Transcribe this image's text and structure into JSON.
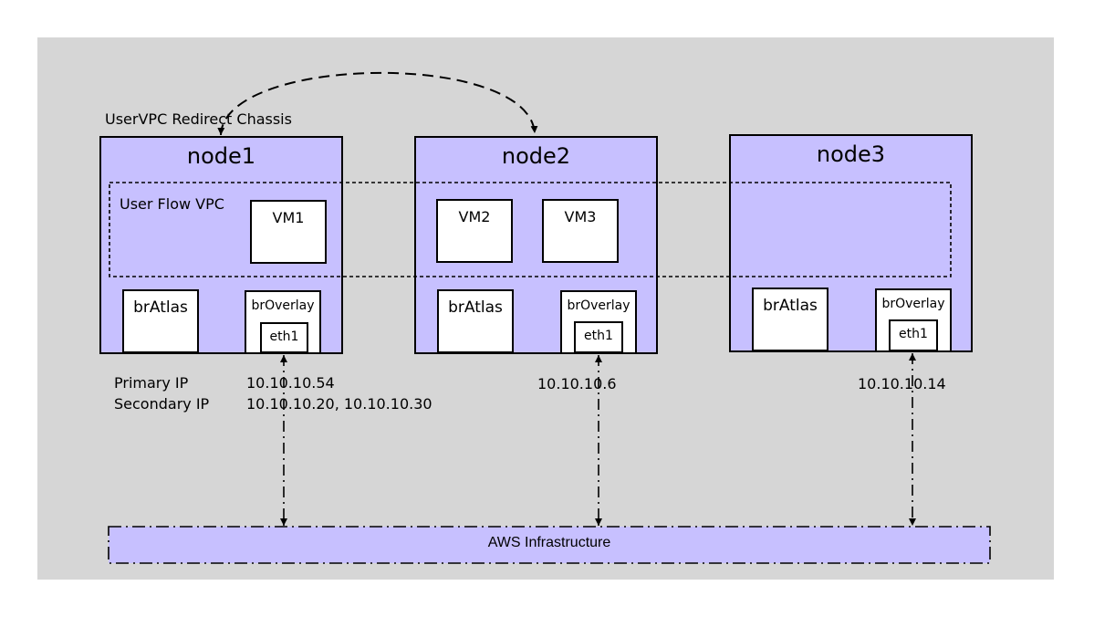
{
  "diagram": {
    "chassis_label": "UserVPC Redirect Chassis",
    "vpc_label": "User Flow VPC",
    "nodes": [
      {
        "title": "node1",
        "vms": [
          "VM1"
        ],
        "br_atlas": "brAtlas",
        "br_overlay": "brOverlay",
        "eth": "eth1"
      },
      {
        "title": "node2",
        "vms": [
          "VM2",
          "VM3"
        ],
        "br_atlas": "brAtlas",
        "br_overlay": "brOverlay",
        "eth": "eth1"
      },
      {
        "title": "node3",
        "vms": [],
        "br_atlas": "brAtlas",
        "br_overlay": "brOverlay",
        "eth": "eth1"
      }
    ],
    "ip_labels": {
      "primary": "Primary IP",
      "secondary": "Secondary IP"
    },
    "ips": {
      "node1_primary": "10.10.10.54",
      "node1_secondary": "10.10.10.20, 10.10.10.30",
      "node2": "10.10.10.6",
      "node3": "10.10.10.14"
    },
    "infrastructure": "AWS Infrastructure",
    "colors": {
      "node_fill": "#c7c0ff",
      "background_panel": "#d6d6d6",
      "stroke": "#000000"
    }
  }
}
